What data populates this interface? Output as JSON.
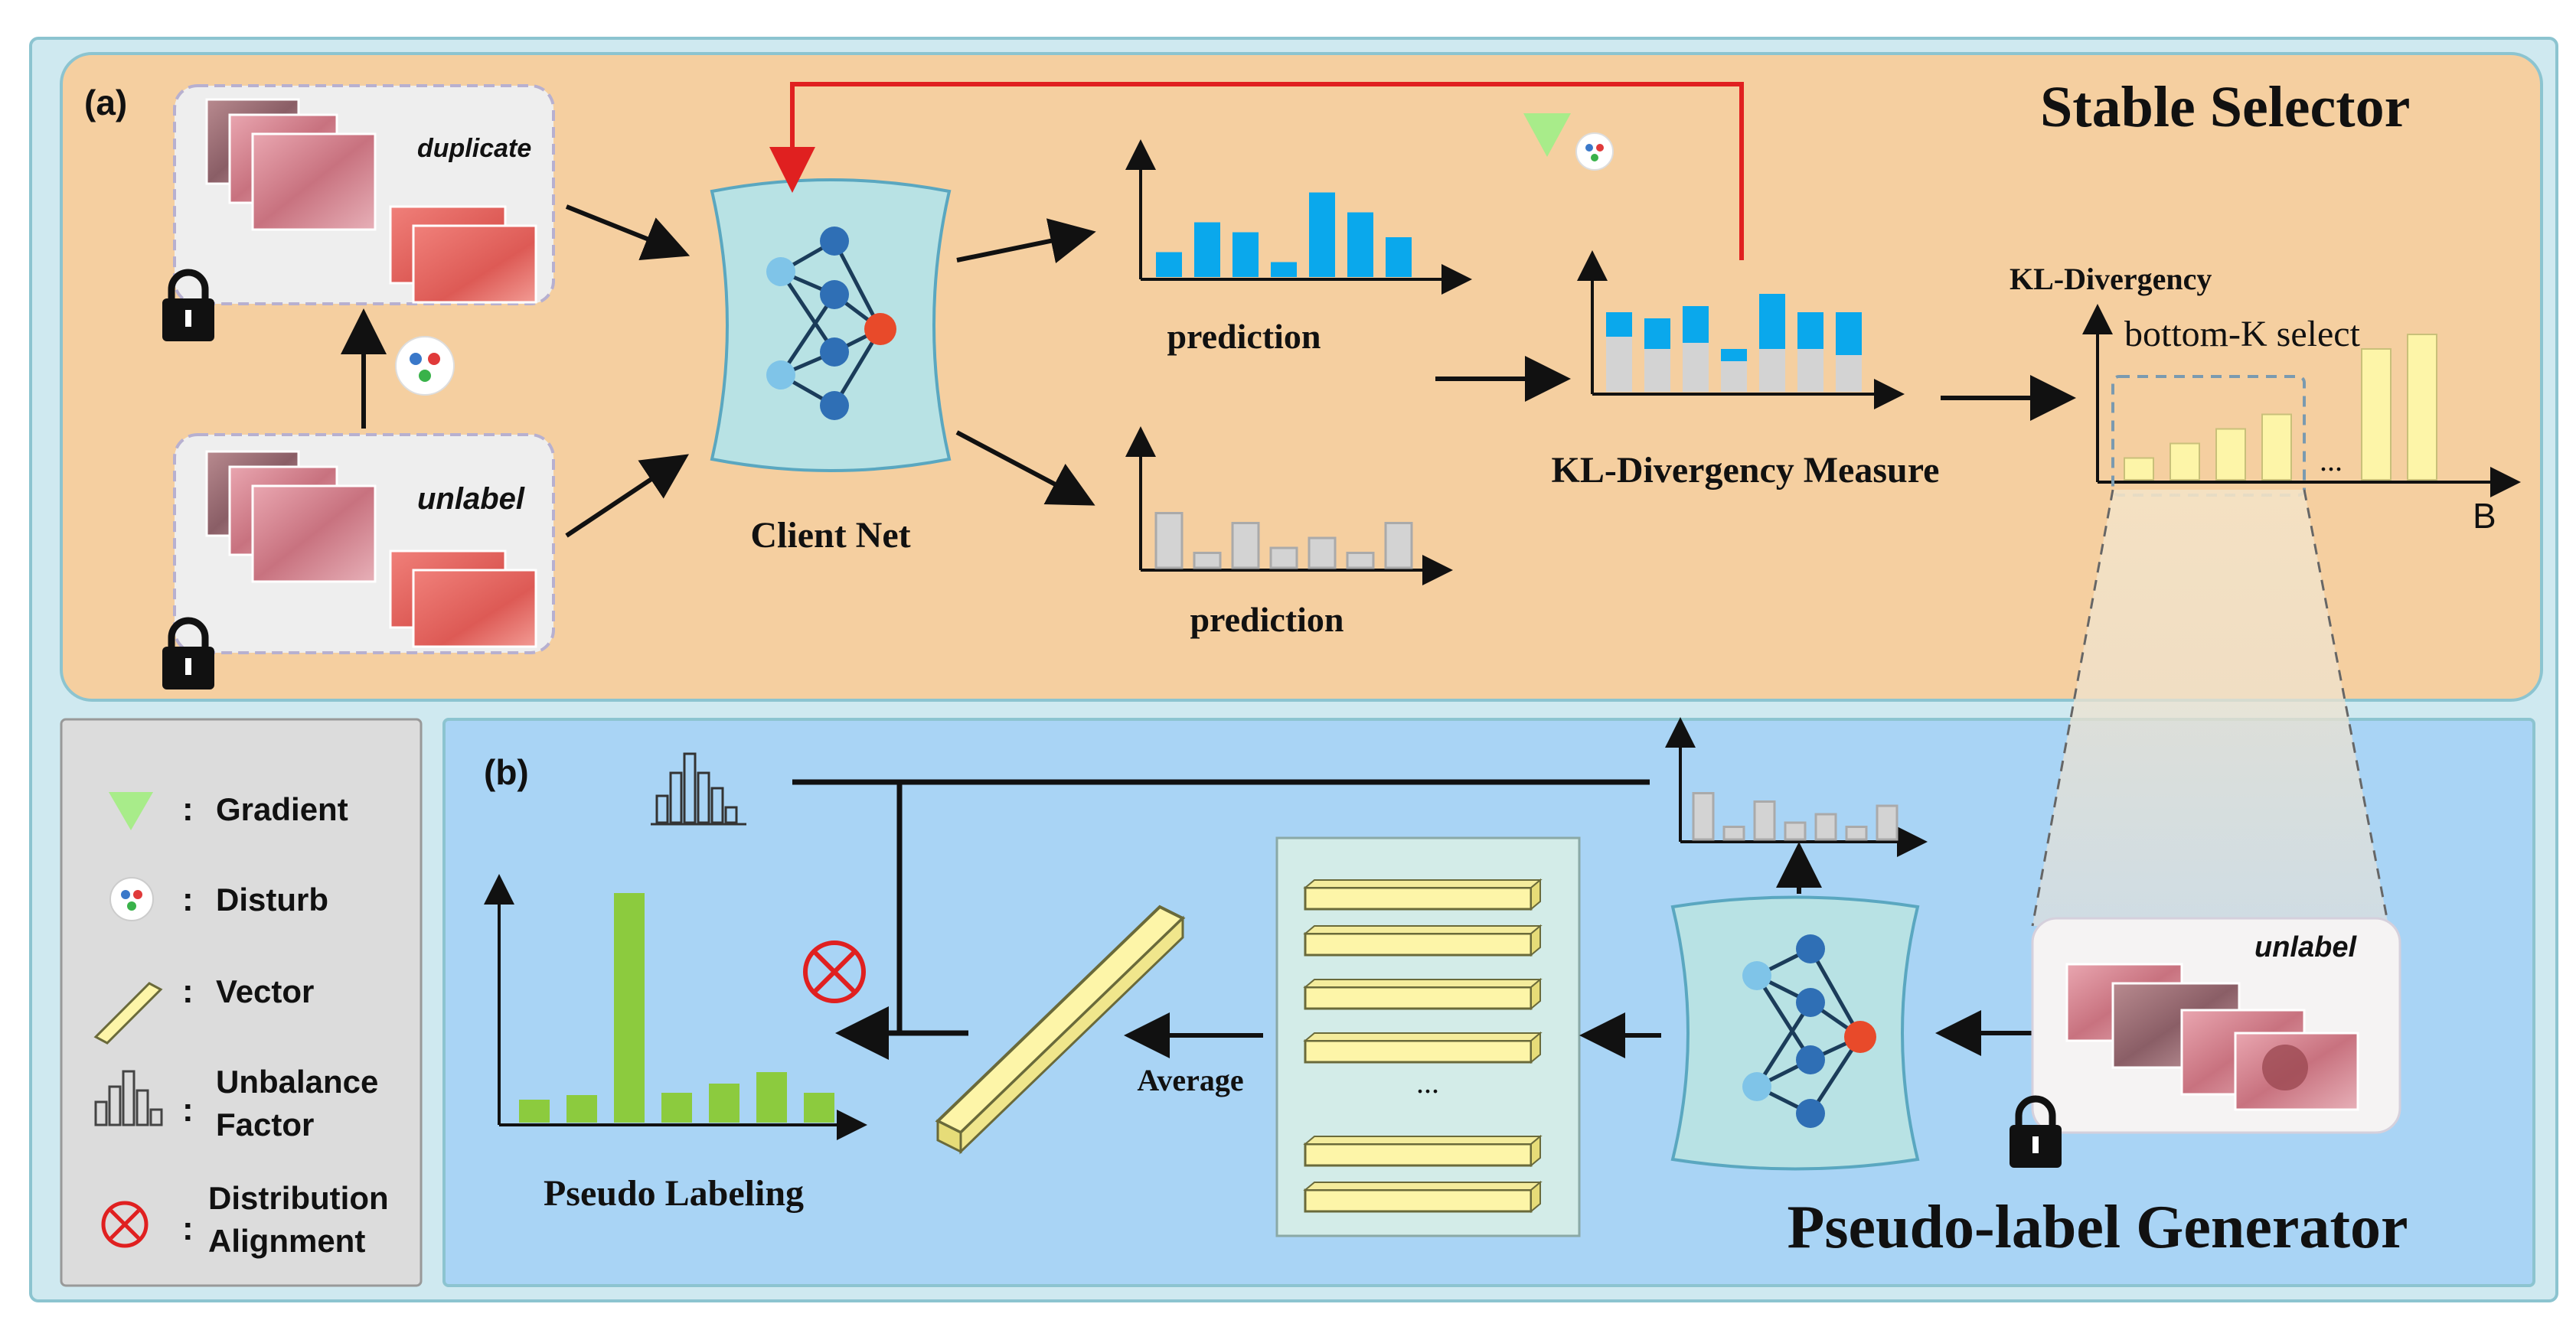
{
  "panel_a": {
    "tag": "(a)",
    "title": "Stable Selector",
    "inputs": {
      "top_label": "duplicate",
      "bottom_label": "unlabel"
    },
    "client_net_label": "Client Net",
    "prediction_top_label": "prediction",
    "prediction_bottom_label": "prediction",
    "kl_measure_label": "KL-Divergency Measure",
    "selector": {
      "y_label": "KL-Divergency",
      "select_label": "bottom-K select",
      "ellipsis": "...",
      "x_label": "B"
    }
  },
  "panel_b": {
    "tag": "(b)",
    "title": "Pseudo-label Generator",
    "input_label": "unlabel",
    "average_label": "Average",
    "stack_ellipsis": "...",
    "pseudo_label": "Pseudo Labeling"
  },
  "legend": [
    {
      "icon": "gradient-triangle-icon",
      "text": "Gradient"
    },
    {
      "icon": "disturb-icon",
      "text": "Disturb"
    },
    {
      "icon": "vector-icon",
      "text": "Vector"
    },
    {
      "icon": "unbalance-factor-icon",
      "text": "Unbalance Factor"
    },
    {
      "icon": "distribution-alignment-icon",
      "text": "Distribution Alignment"
    }
  ],
  "legend_separator": ":",
  "charts": {
    "prediction_top": [
      0.25,
      0.55,
      0.45,
      0.15,
      0.85,
      0.65,
      0.4
    ],
    "prediction_bottom": [
      0.55,
      0.15,
      0.45,
      0.2,
      0.3,
      0.15,
      0.45
    ],
    "kl_gray": [
      0.45,
      0.35,
      0.4,
      0.25,
      0.35,
      0.35,
      0.3
    ],
    "kl_blue": [
      0.2,
      0.25,
      0.3,
      0.1,
      0.45,
      0.3,
      0.35
    ],
    "kl_select": [
      0.15,
      0.25,
      0.35,
      0.45,
      0.9,
      1.0
    ],
    "pseudo_labeling": [
      0.1,
      0.12,
      1.0,
      0.13,
      0.17,
      0.22,
      0.13
    ],
    "generator_prediction": [
      0.55,
      0.15,
      0.45,
      0.2,
      0.3,
      0.15,
      0.4
    ]
  },
  "colors": {
    "panel_a_bg": "#f5cfa0",
    "panel_b_bg": "#a9d4f5",
    "outer_bg": "#cfe9f0",
    "legend_bg": "#dcdcdc",
    "blue_bar": "#0aa8ec",
    "gray_bar": "#d3d3d3",
    "yellow_bar": "#fdf5a8",
    "green_bar": "#8ccb3e",
    "red_arrow": "#e02020",
    "net_bg": "#b8e2e4"
  }
}
